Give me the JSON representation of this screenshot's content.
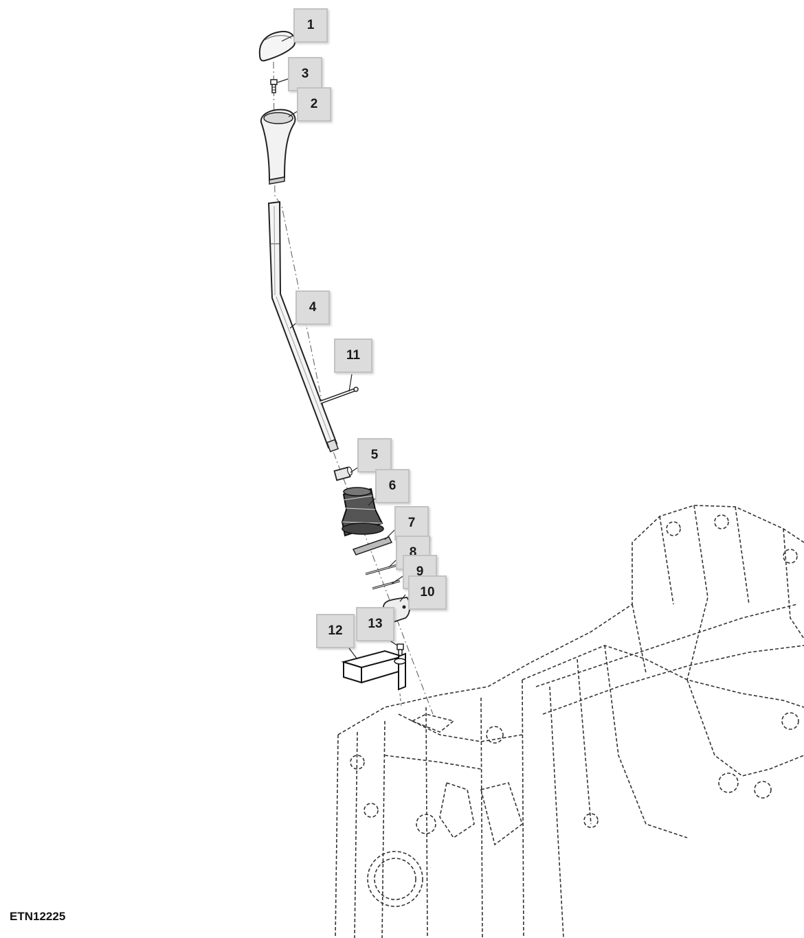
{
  "figure_id": "ETN12225",
  "callouts": {
    "c1": "1",
    "c2": "2",
    "c3": "3",
    "c4": "4",
    "c5": "5",
    "c6": "6",
    "c7": "7",
    "c8": "8",
    "c9": "9",
    "c10": "10",
    "c11": "11",
    "c12": "12",
    "c13": "13"
  }
}
